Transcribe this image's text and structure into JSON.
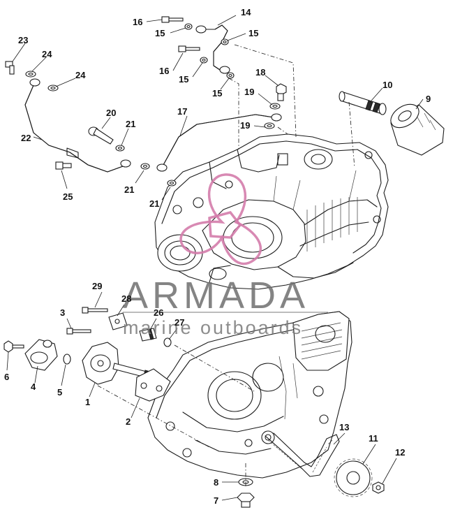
{
  "watermark": {
    "brand": "ARMADA",
    "tagline": "marine outboards",
    "logo_color": "#d47cab"
  },
  "callouts": {
    "c1": "1",
    "c2": "2",
    "c3": "3",
    "c4": "4",
    "c5": "5",
    "c6": "6",
    "c7": "7",
    "c8": "8",
    "c9": "9",
    "c10": "10",
    "c11": "11",
    "c12": "12",
    "c13": "13",
    "c14": "14",
    "c15a": "15",
    "c15b": "15",
    "c15c": "15",
    "c15d": "15",
    "c16a": "16",
    "c16b": "16",
    "c17": "17",
    "c18": "18",
    "c19a": "19",
    "c19b": "19",
    "c20": "20",
    "c21a": "21",
    "c21b": "21",
    "c21c": "21",
    "c22": "22",
    "c23": "23",
    "c24a": "24",
    "c24b": "24",
    "c25": "25",
    "c26": "26",
    "c27": "27",
    "c28": "28",
    "c29": "29"
  }
}
